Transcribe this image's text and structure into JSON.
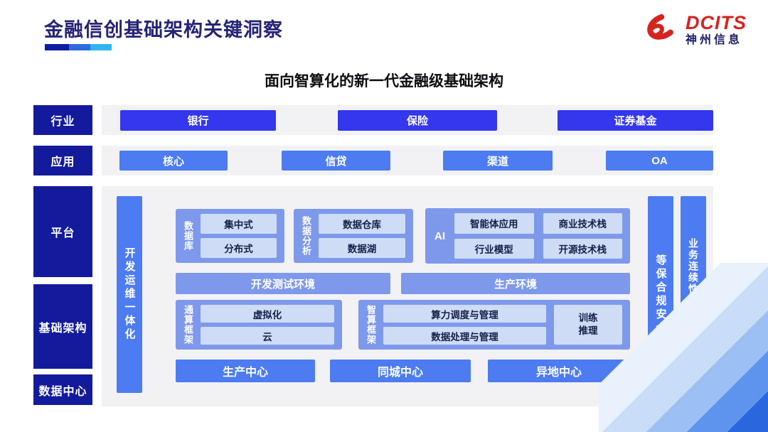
{
  "header": {
    "title": "金融信创基础架构关键洞察",
    "logo": {
      "brand": "DCITS",
      "company": "神州信息"
    }
  },
  "colors": {
    "sidebar_navy": "#131B9C",
    "industry_bright_blue": "#3437EE",
    "mid_blue": "#4C7BF2",
    "group_periwinkle": "#7E99EB",
    "inner_light_blue": "#CEDCF5",
    "panel_gray": "#F2F2F4",
    "title_navy": "#262377",
    "brand_red": "#D7231D"
  },
  "diagram": {
    "title": "面向智算化的新一代金融级基础架构",
    "sidebar": {
      "industry": "行业",
      "application": "应用",
      "platform": "平台",
      "infrastructure": "基础架构",
      "datacenter": "数据中心"
    },
    "industry_row": [
      "银行",
      "保险",
      "证券基金"
    ],
    "application_row": [
      "核心",
      "信贷",
      "渠道",
      "OA"
    ],
    "devops_bar": "开发运维一体化",
    "groups": {
      "database": {
        "label": "数据库",
        "items": [
          "集中式",
          "分布式"
        ]
      },
      "analytics": {
        "label": "数据分析",
        "items": [
          "数据仓库",
          "数据湖"
        ]
      },
      "ai": {
        "label": "AI",
        "items": [
          "智能体应用",
          "商业技术栈",
          "行业模型",
          "开源技术栈"
        ]
      },
      "general_compute": {
        "label": "通算框架",
        "items": [
          "虚拟化",
          "云"
        ]
      },
      "ai_compute": {
        "label": "智算框架",
        "items": [
          "算力调度与管理",
          "数据处理与管理"
        ],
        "side": "训练\n推理"
      }
    },
    "env_row": [
      "开发测试环境",
      "生产环境"
    ],
    "center_row": [
      "生产中心",
      "同城中心",
      "异地中心"
    ],
    "security_bar": "等保合规安全",
    "continuity_bar": "业务连续性及数据保护"
  }
}
